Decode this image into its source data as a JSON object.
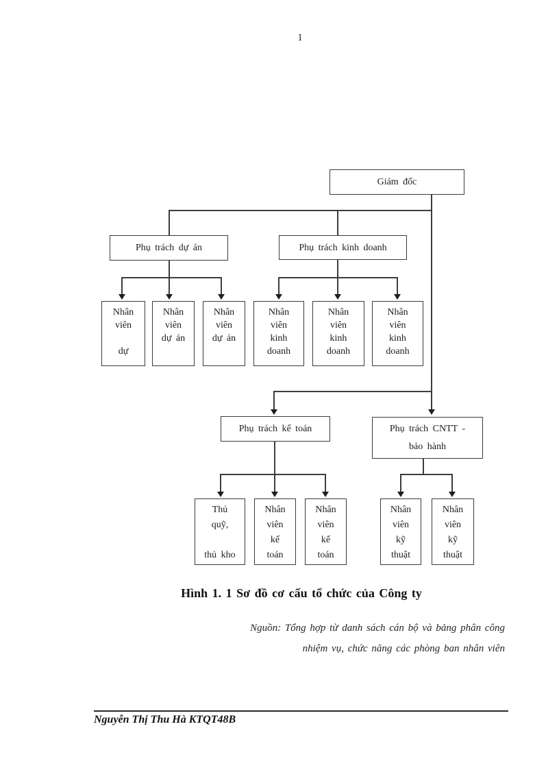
{
  "page": {
    "number": "1"
  },
  "caption": "Hình 1. 1 Sơ đồ cơ cấu tổ chức của Công ty",
  "source": {
    "line1": "Nguồn: Tổng hợp từ danh sách cán bộ và bảng phân công",
    "line2": "nhiệm vụ, chức năng các phòng ban nhân viên"
  },
  "footer": {
    "author": "Nguyễn Thị Thu Hà KTQT48B"
  },
  "colors": {
    "line": "#3c3c3c",
    "border": "#3a3a3a",
    "text": "#1c1c1c",
    "background": "#ffffff"
  },
  "org_chart": {
    "nodes": {
      "giam_doc": {
        "lines": [
          "Giám  đốc"
        ]
      },
      "phu_trach_du_an": {
        "lines": [
          "Phụ trách dự án"
        ]
      },
      "phu_trach_kinh_doanh": {
        "lines": [
          "Phụ trách kinh  doanh"
        ]
      },
      "nv_du": {
        "lines": [
          "Nhân",
          "viên",
          "",
          "dự"
        ]
      },
      "nv_du_an_1": {
        "lines": [
          "Nhân",
          "viên",
          "dự án"
        ]
      },
      "nv_du_an_2": {
        "lines": [
          "Nhân",
          "viên",
          "dự án"
        ]
      },
      "nv_kinh_doanh_1": {
        "lines": [
          "Nhân",
          "viên",
          "kinh",
          "doanh"
        ]
      },
      "nv_kinh_doanh_2": {
        "lines": [
          "Nhân",
          "viên",
          "kinh",
          "doanh"
        ]
      },
      "nv_kinh_doanh_3": {
        "lines": [
          "Nhân",
          "viên",
          "kinh",
          "doanh"
        ]
      },
      "phu_trach_ke_toan": {
        "lines": [
          "Phụ trách kế toán"
        ]
      },
      "phu_trach_cntt": {
        "lines": [
          "Phụ trách CNTT -",
          "bảo hành"
        ]
      },
      "thu_quy": {
        "lines": [
          "Thủ",
          "quỹ,",
          "",
          "thủ kho"
        ]
      },
      "nv_ke_toan_1": {
        "lines": [
          "Nhân",
          "viên",
          "kế",
          "toán"
        ]
      },
      "nv_ke_toan_2": {
        "lines": [
          "Nhân",
          "viên",
          "kế",
          "toán"
        ]
      },
      "nv_ky_thuat_1": {
        "lines": [
          "Nhân",
          "viên",
          "kỹ",
          "thuật"
        ]
      },
      "nv_ky_thuat_2": {
        "lines": [
          "Nhân",
          "viên",
          "kỹ",
          "thuật"
        ]
      }
    }
  }
}
